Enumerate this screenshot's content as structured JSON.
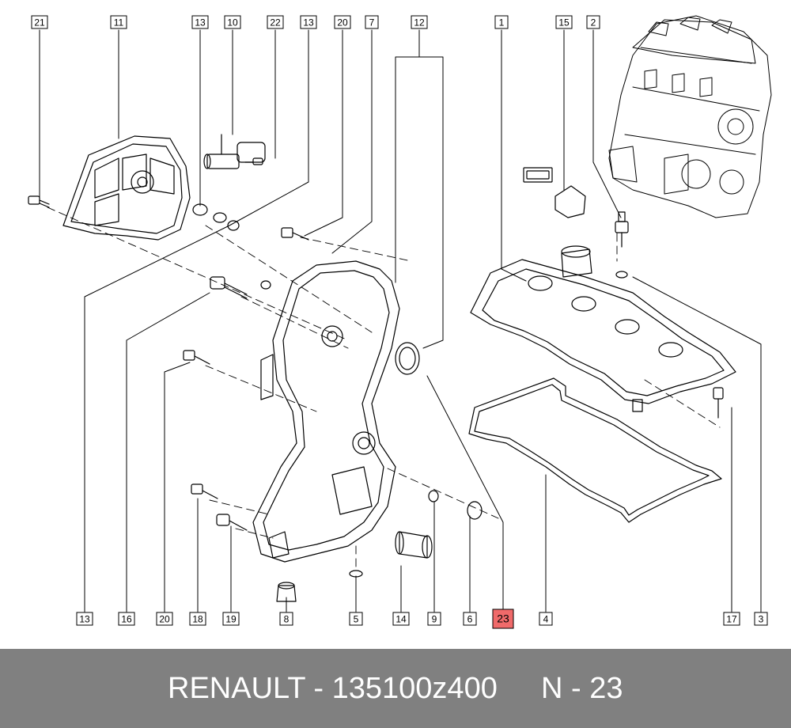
{
  "diagram": {
    "callouts": [
      {
        "id": "c21t",
        "label": "21"
      },
      {
        "id": "c11",
        "label": "11"
      },
      {
        "id": "c13t",
        "label": "13"
      },
      {
        "id": "c10",
        "label": "10"
      },
      {
        "id": "c22",
        "label": "22"
      },
      {
        "id": "c13t2",
        "label": "13"
      },
      {
        "id": "c20t",
        "label": "20"
      },
      {
        "id": "c7",
        "label": "7"
      },
      {
        "id": "c12",
        "label": "12"
      },
      {
        "id": "c1",
        "label": "1"
      },
      {
        "id": "c15",
        "label": "15"
      },
      {
        "id": "c2",
        "label": "2"
      },
      {
        "id": "c13b",
        "label": "13"
      },
      {
        "id": "c16",
        "label": "16"
      },
      {
        "id": "c20b",
        "label": "20"
      },
      {
        "id": "c18",
        "label": "18"
      },
      {
        "id": "c19",
        "label": "19"
      },
      {
        "id": "c8",
        "label": "8"
      },
      {
        "id": "c5",
        "label": "5"
      },
      {
        "id": "c14",
        "label": "14"
      },
      {
        "id": "c9",
        "label": "9"
      },
      {
        "id": "c6",
        "label": "6"
      },
      {
        "id": "c23",
        "label": "23",
        "highlighted": true
      },
      {
        "id": "c4",
        "label": "4"
      },
      {
        "id": "c17",
        "label": "17"
      },
      {
        "id": "c3",
        "label": "3"
      }
    ],
    "highlight_color": "#f06a6a",
    "line_color": "#000000"
  },
  "footer": {
    "part_text": "RENAULT - 135100z400",
    "ref_text": "N - 23",
    "background": "#808080",
    "text_color": "#ffffff"
  }
}
